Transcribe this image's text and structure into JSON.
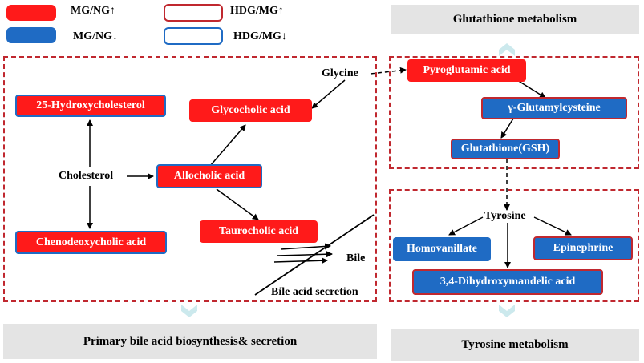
{
  "legend": {
    "mg_ng_up": "MG/NG↑",
    "mg_ng_down": "MG/NG↓",
    "hdg_mg_up": "HDG/MG↑",
    "hdg_mg_down": "HDG/MG↓",
    "colors": {
      "up_fill": "#ff1a1a",
      "down_fill": "#1f6bc4",
      "up_border": "#c0282f",
      "down_border": "#1f6bc4"
    }
  },
  "pathways": {
    "glutathione": "Glutathione metabolism",
    "bile_acid": "Primary bile acid biosynthesis& secretion",
    "tyrosine": "Tyrosine metabolism"
  },
  "nodes": {
    "hydroxycholesterol": "25-Hydroxycholesterol",
    "glycocholic": "Glycocholic acid",
    "allocholic": "Allocholic acid",
    "taurocholic": "Taurocholic acid",
    "chenodeoxycholic": "Chenodeoxycholic acid",
    "pyroglutamic": "Pyroglutamic acid",
    "glutamylcysteine": "γ-Glutamylcysteine",
    "glutathione_gsh": "Glutathione(GSH)",
    "homovanillate": "Homovanillate",
    "epinephrine": "Epinephrine",
    "dihydroxymandelic": "3,4-Dihydroxymandelic acid"
  },
  "labels": {
    "cholesterol": "Cholesterol",
    "glycine": "Glycine",
    "tyrosine": "Tyrosine",
    "bile": "Bile",
    "bile_secretion": "Bile acid secretion"
  },
  "icons": [
    "chevron-up-icon",
    "chevron-down-icon"
  ]
}
